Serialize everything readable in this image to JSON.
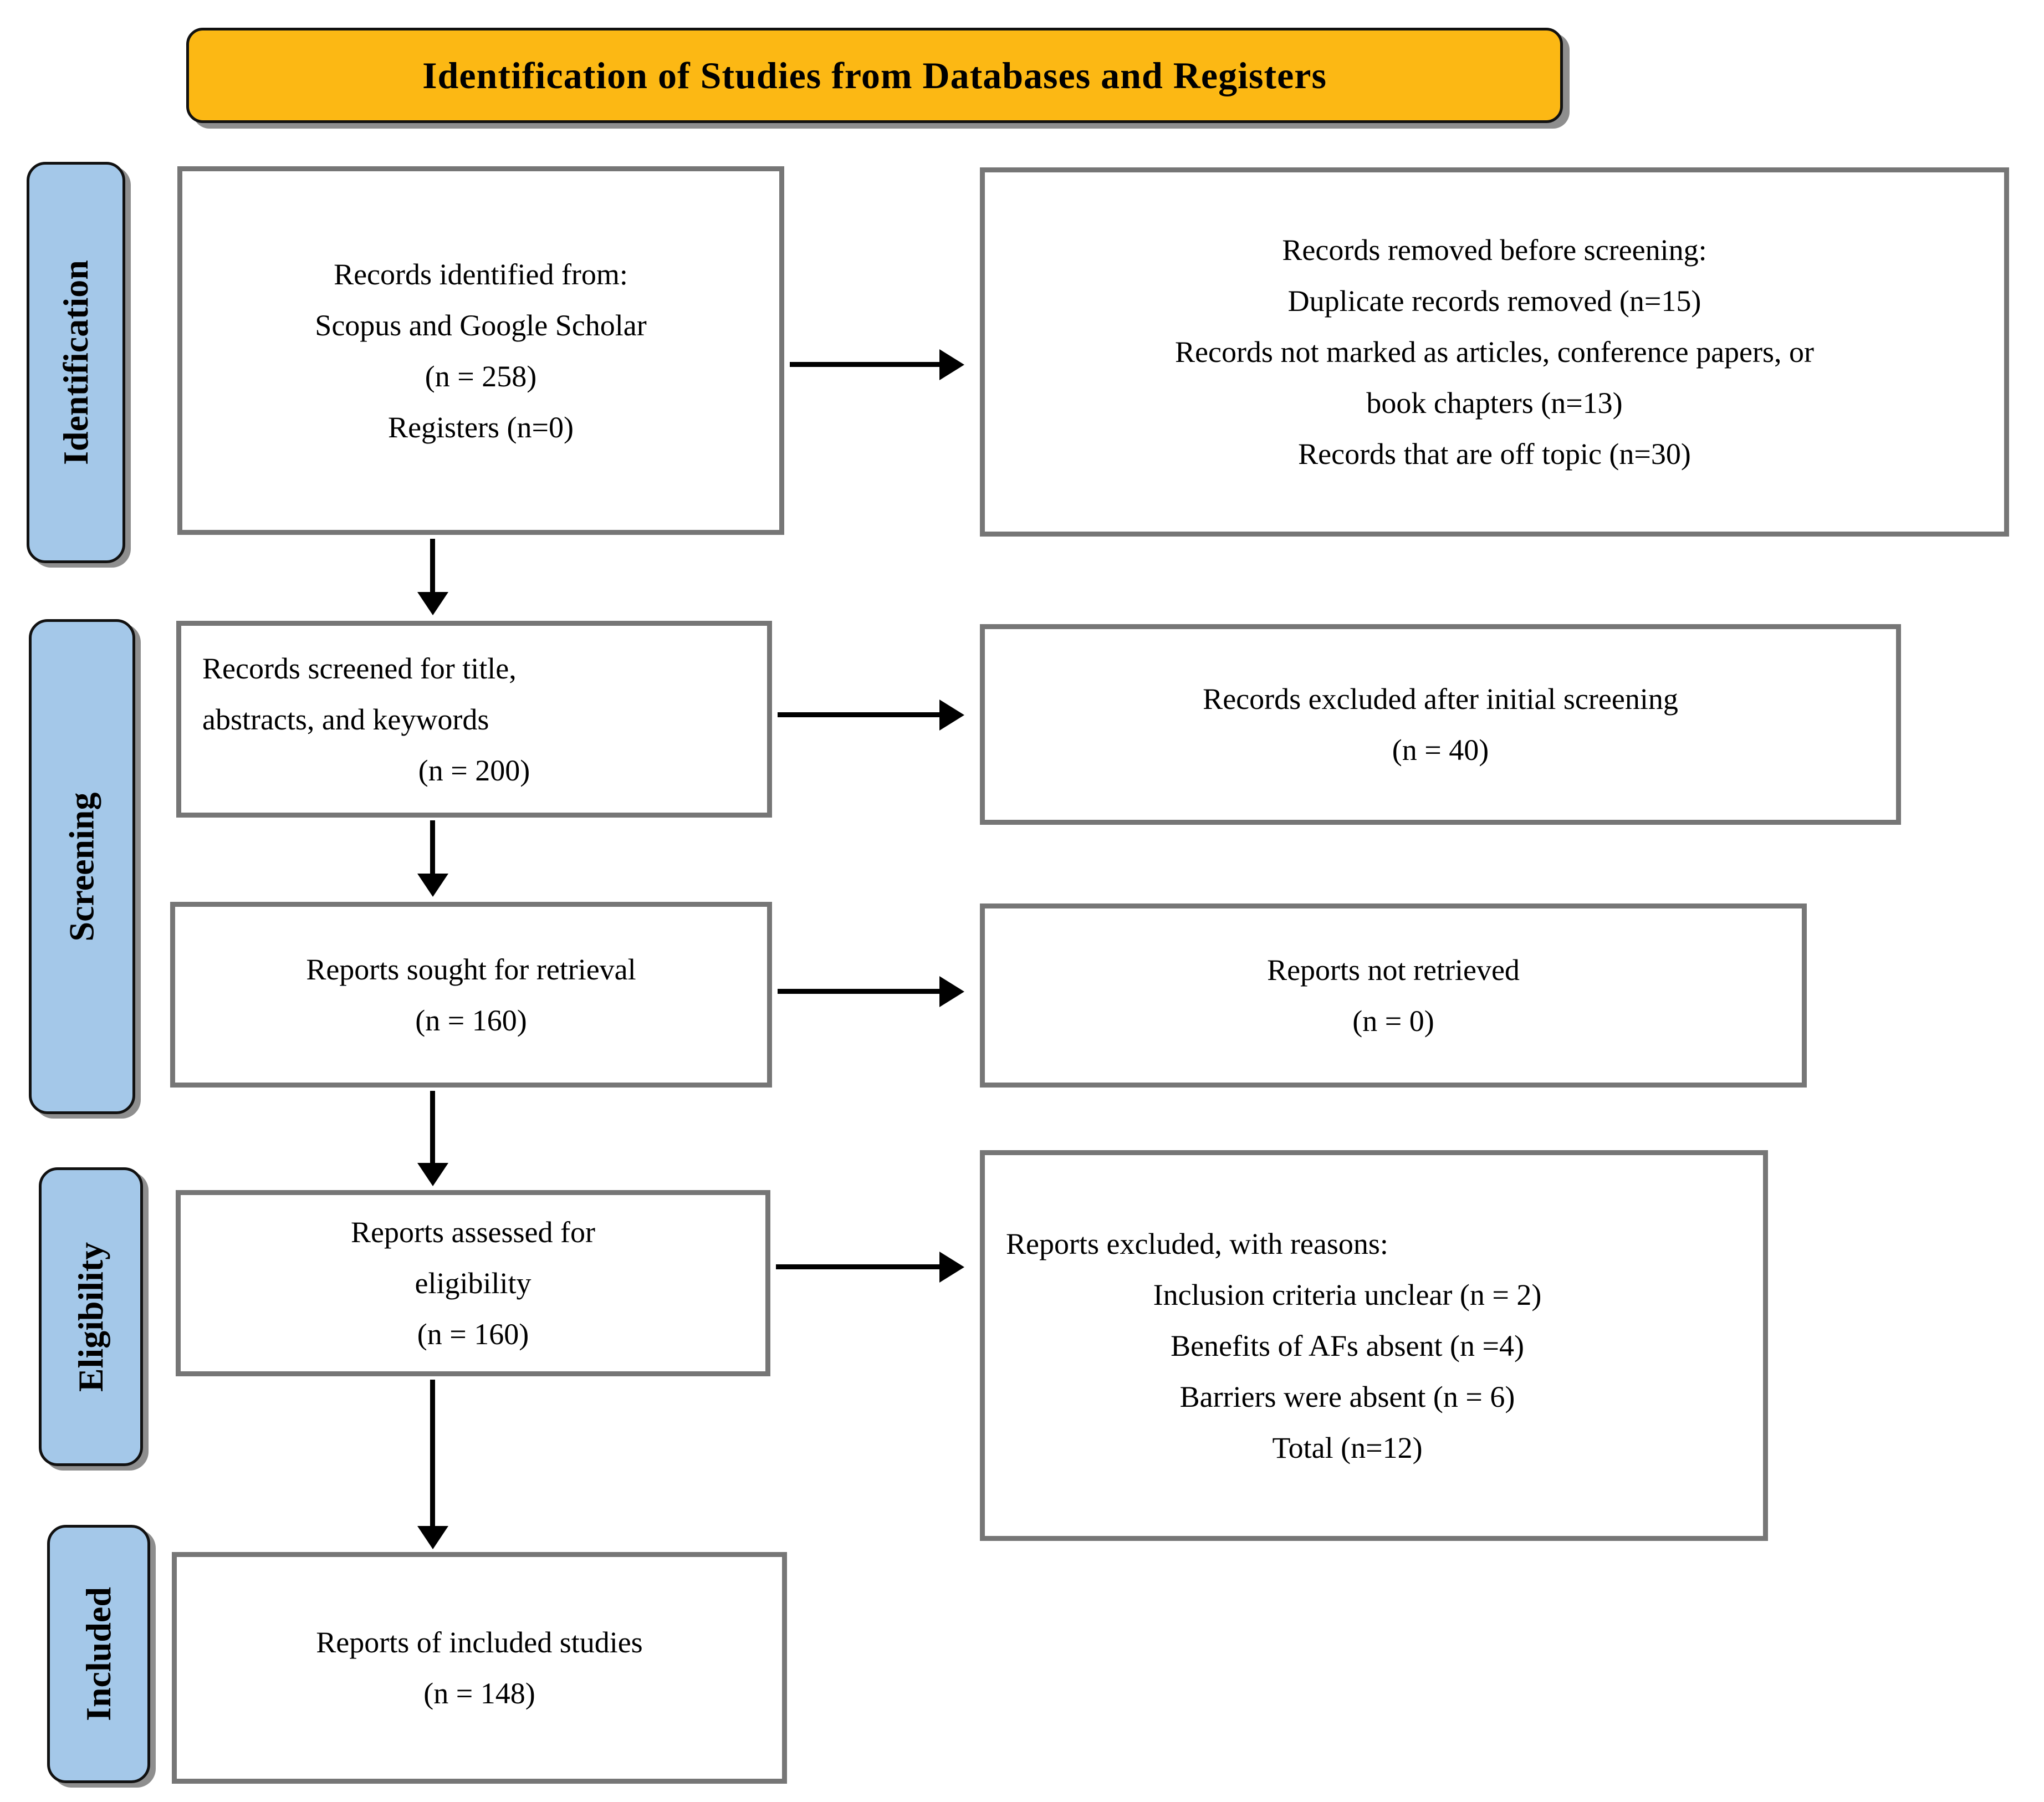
{
  "title": {
    "text": "Identification of Studies from Databases and Registers"
  },
  "stages": [
    {
      "label": "Identification"
    },
    {
      "label": "Screening"
    },
    {
      "label": "Eligibility"
    },
    {
      "label": "Included"
    }
  ],
  "boxes": {
    "records_identified": {
      "lines": [
        "Records identified from:",
        "Scopus and Google Scholar",
        "(n = 258)",
        "Registers (n=0)"
      ]
    },
    "records_removed": {
      "lines": [
        "Records removed before screening:",
        "Duplicate records removed (n=15)",
        "Records not marked as articles, conference papers, or",
        "book chapters (n=13)",
        "Records that are off topic (n=30)"
      ]
    },
    "records_screened": {
      "lines": [
        "Records screened for title,",
        "abstracts, and keywords",
        "(n = 200)"
      ]
    },
    "records_excluded": {
      "lines": [
        "Records excluded after initial screening",
        "(n = 40)"
      ]
    },
    "reports_sought": {
      "lines": [
        "Reports sought for retrieval",
        "(n = 160)"
      ]
    },
    "reports_not_retrieved": {
      "lines": [
        "Reports not retrieved",
        "(n = 0)"
      ]
    },
    "reports_assessed": {
      "lines": [
        "Reports assessed for",
        "eligibility",
        "(n = 160)"
      ]
    },
    "reports_excluded": {
      "lines": [
        "Reports excluded, with reasons:",
        "Inclusion criteria unclear (n = 2)",
        "Benefits of AFs absent (n =4)",
        "Barriers were absent (n = 6)",
        "Total (n=12)"
      ]
    },
    "reports_included": {
      "lines": [
        "Reports of included studies",
        "(n = 148)"
      ]
    }
  },
  "colors": {
    "banner_bg": "#FCB814",
    "banner_border": "#111111",
    "stage_bg": "#A4C8E9",
    "stage_border": "#111111",
    "box_border": "#767676",
    "arrow": "#000000",
    "shadow": "#8e8e8e",
    "text": "#000000"
  }
}
